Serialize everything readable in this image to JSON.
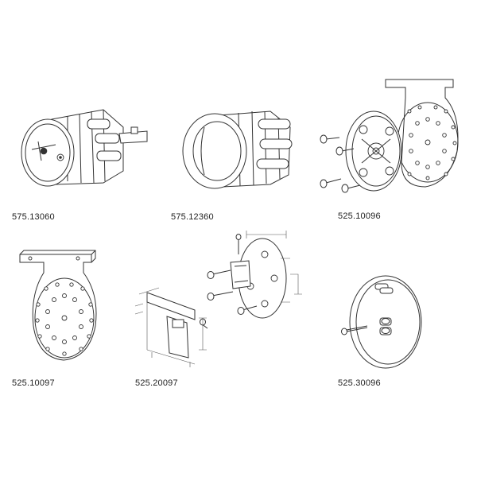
{
  "parts": [
    {
      "code": "575.13060",
      "name": "end-plug-with-pin"
    },
    {
      "code": "575.12360",
      "name": "end-cap-fluted"
    },
    {
      "code": "525.10096",
      "name": "bracket-with-bearing-plate"
    },
    {
      "code": "525.10097",
      "name": "bracket-plate"
    },
    {
      "code": "525.20097",
      "name": "adapter-bracket-dimensioned"
    },
    {
      "code": "525.30096",
      "name": "cover-disc-with-screw"
    }
  ]
}
